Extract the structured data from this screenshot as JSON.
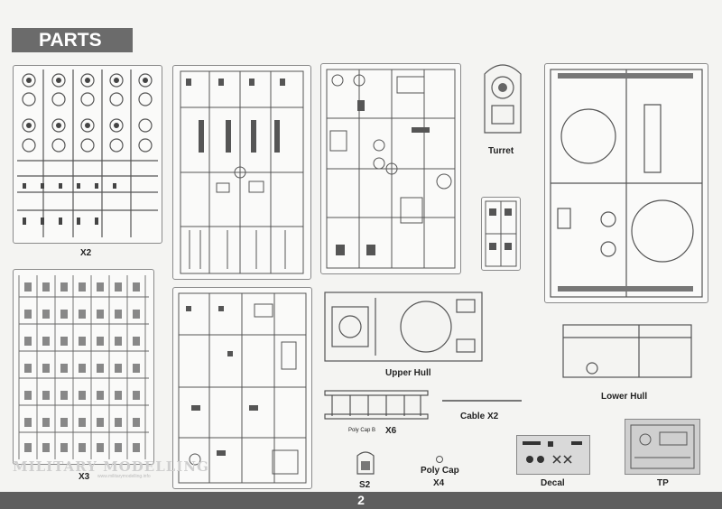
{
  "header": {
    "title": "PARTS"
  },
  "labels": {
    "x2": "X2",
    "x3": "X3",
    "turret": "Turret",
    "upper_hull": "Upper Hull",
    "lower_hull": "Lower Hull",
    "cable": "Cable  X2",
    "poly_cap_b": "Poly Cap B",
    "x6": "X6",
    "s2": "S2",
    "poly_cap": "Poly Cap",
    "x4": "X4",
    "decal": "Decal",
    "tp": "TP"
  },
  "footer": {
    "page_number": "2"
  },
  "watermark": {
    "text": "MILITARY MODELLING",
    "url": "www.militarymodelling.info"
  }
}
